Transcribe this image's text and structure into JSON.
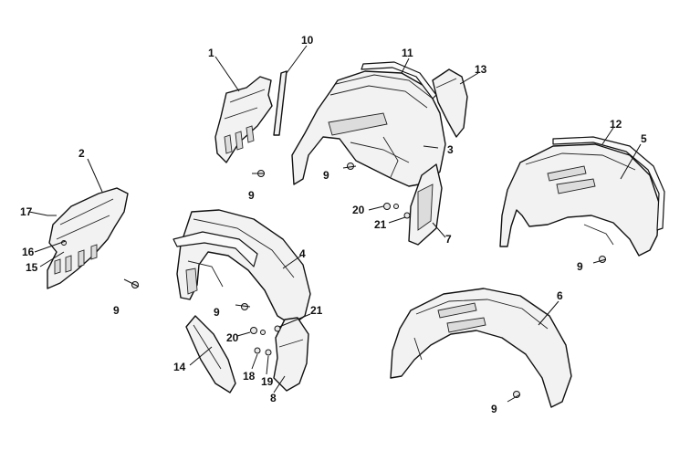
{
  "figure": {
    "kind": "exploded-parts-diagram",
    "callouts": [
      "1",
      "2",
      "3",
      "4",
      "5",
      "6",
      "7",
      "8",
      "9",
      "10",
      "11",
      "12",
      "13",
      "14",
      "15",
      "16",
      "17",
      "18",
      "19",
      "20",
      "21"
    ],
    "repeated_callouts": {
      "9": [
        "9",
        "9",
        "9",
        "9",
        "9"
      ],
      "20": [
        "20",
        "20"
      ],
      "21": [
        "21",
        "21"
      ]
    }
  }
}
